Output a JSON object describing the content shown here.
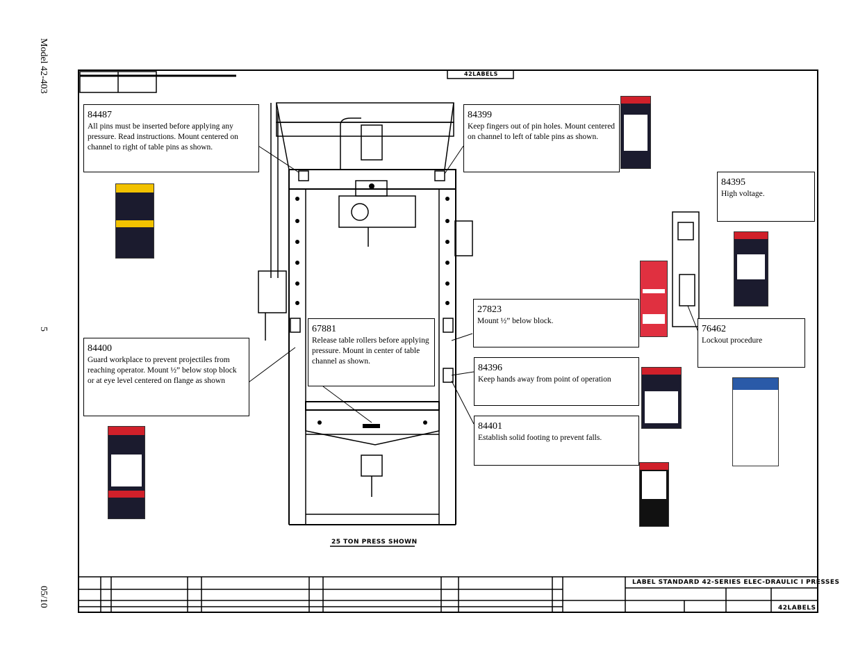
{
  "margin": {
    "model": "Model 42-403",
    "page_number": "5",
    "date": "05/10"
  },
  "drawing": {
    "top_tag": "42LABELS",
    "caption": "25 TON PRESS SHOWN",
    "title": "LABEL STANDARD 42-SERIES ELEC-DRAULIC I PRESSES",
    "drawing_number": "42LABELS"
  },
  "callouts": [
    {
      "id": "84487",
      "text": "All pins must be inserted before applying any pressure. Read instructions. Mount centered on channel to right of table pins as shown."
    },
    {
      "id": "84399",
      "text": "Keep fingers out of pin holes. Mount centered on channel to left of table pins as shown."
    },
    {
      "id": "84395",
      "text": "High voltage."
    },
    {
      "id": "27823",
      "text": "Mount ½” below block."
    },
    {
      "id": "67881",
      "text": "Release table rollers before applying pressure. Mount in center of table channel as shown."
    },
    {
      "id": "76462",
      "text": "Lockout procedure"
    },
    {
      "id": "84400",
      "text": "Guard workplace to prevent projectiles from reaching operator. Mount ½” below stop block or at eye level centered on flange as shown"
    },
    {
      "id": "84396",
      "text": "Keep  hands away from point of operation"
    },
    {
      "id": "84401",
      "text": "Establish solid footing to prevent falls."
    }
  ],
  "colors": {
    "caution_yellow": "#f2c200",
    "danger_red": "#d0202a",
    "label_dark": "#1b1b2e",
    "safety_blue": "#2a5aa8",
    "maint_red": "#e03040"
  }
}
